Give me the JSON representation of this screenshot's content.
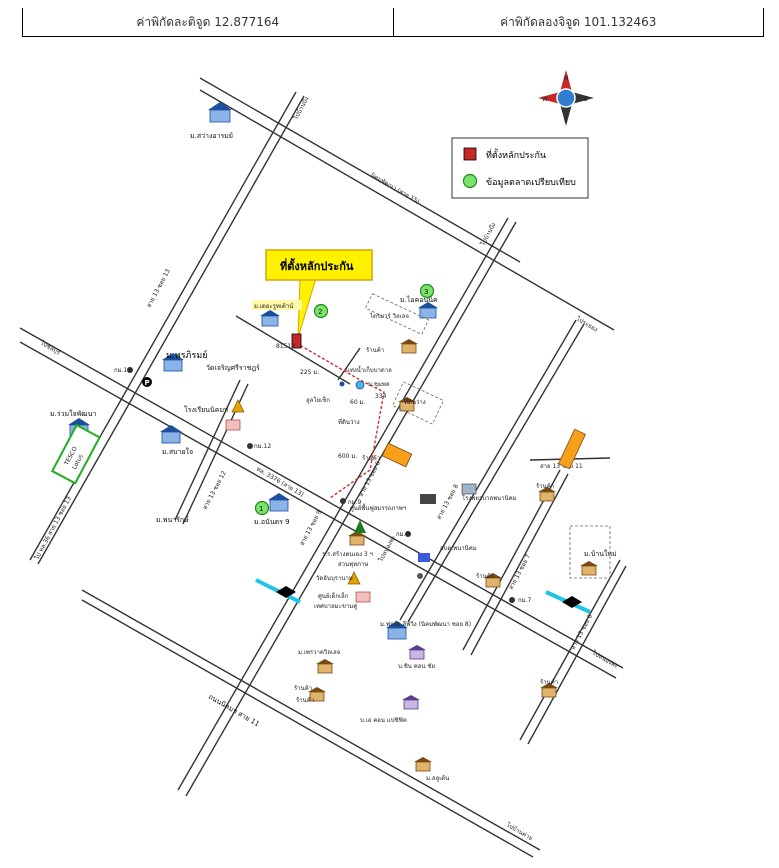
{
  "coords": {
    "latitude_label": "ค่าพิกัดละติจูด 12.877164",
    "longitude_label": "ค่าพิกัดลองจิจูด 101.132463"
  },
  "legend": {
    "collateral": "ที่ตั้งหลักประกัน",
    "market": "ข้อมูลตลาดเปรียบเทียบ"
  },
  "callout": "ที่ตั้งหลักประกัน",
  "colors": {
    "collateral": "#c62828",
    "market": "#7be36a",
    "callout_bg": "#fff200",
    "route": "#d32f2f"
  },
  "roads": {
    "r1": "ไปบ้านบึง",
    "r2": "นิคมพัฒนา (สาย 15)",
    "r3": "ไปบ้านบึง",
    "r4": "ไประยอง",
    "r5": "ไปชลบุรี",
    "r6": "สาย 13 ซอย 13",
    "r7": "สาย 13 ซอย 12",
    "r8": "ทล. 3376 (สาย 13)",
    "r9": "สาย 13 ซอย 9",
    "r10": "สาย 13 ซอย 8",
    "r11": "สาย 13 ซอย 7",
    "r12": "สาย 13 ซอย 6",
    "r13": "ถนนนิคมฯ สาย 11",
    "r14": "ไปบ้านค่าย",
    "r15": "ไปหนองพะ",
    "r16": "ไป ทล.36 สาย 13 ซอย 13",
    "r17": "สาย 13 ซอย 6",
    "r18": "ไปหนองพะ",
    "r19": "สาย 13 ซอย 11"
  },
  "places": {
    "p1": "ม.สว่างอารมย์",
    "p2": "ม.เดอะรูทเต้าน์",
    "p3": "ม.ไอคอนนิค",
    "p4": "ไตรมาร์ วิลเลจ",
    "p5": "ม.พรภิรมย์",
    "p6": "วัดเจริญศรีราชฎร์",
    "p7": "โรงเรียนนิคมฯ",
    "p8": "ม.ร่วมใจพัฒนา",
    "p9": "ม.สบายใจ",
    "p10": "กม.13",
    "p11": "กม.12",
    "p12": "ม.พนารักษ์",
    "p13": "ม.อนันตร 9",
    "p14": "กม.9",
    "p15": "ศูนย์พื้นฟูสมรรถภาพฯ",
    "p16": "โรงพยาบาลพนานิคม",
    "p17": "ร้านค้า",
    "p18": "ร.ร.สร้างตนเอง 3 ฯ",
    "p19": "สวนพุทภาษ",
    "p20": "กม.8",
    "p21": "อบต.พนานิคม",
    "p22": "วัดอันบุรานาม",
    "p23": "ศูนย์เด็กเล็ก",
    "p24": "เทศบาลมะขามคู่",
    "p25": "ม.ฟอร์ธ ลีฟวิ่ง (นิคมพัฒนา ซอย 8)",
    "p26": "ม.เพรวาควิลเลจ",
    "p27": "ร้านค้า",
    "p28": "บ.ชิน คอน ชัย",
    "p29": "บ.เอ คอน แปซิฟิค",
    "p30": "ม.ลลูเด้น",
    "p31": "ร้านค้า",
    "p32": "ม.บ้านใหม่",
    "p33": "กม.7",
    "p34": "ร้านค้า",
    "p35": "แท่งน้ำเก็บบาดาล",
    "p36": "ม.ชุมพล",
    "p37": "ลูลโยเช็ก",
    "p38": "ที่ดินว่าง",
    "p39": "ร้านค้า",
    "p40": "ที่ดินว่าง",
    "p41": "ร้านค้า",
    "p42": "ร้านค้า"
  },
  "distances": {
    "d1": "225 ม.",
    "d2": "60 ม.",
    "d3": "600 ม."
  },
  "plots": {
    "q1": "81512",
    "q2": "334"
  },
  "markers": {
    "m1": "1",
    "m2": "2",
    "m3": "3"
  },
  "tesco": {
    "line1": "TESCO",
    "line2": "Lotus"
  },
  "compass": {
    "n": "N",
    "s": "S",
    "e": "E",
    "w": "W"
  }
}
